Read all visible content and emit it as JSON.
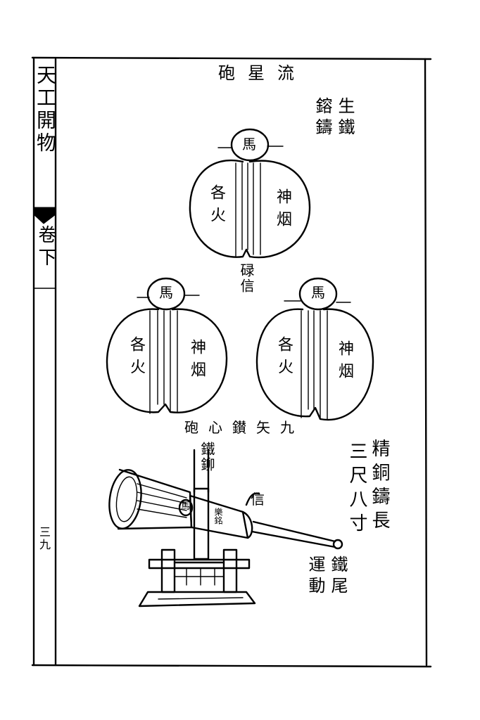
{
  "margin": {
    "book_title": "天工開物",
    "volume": "卷下",
    "page_number": "三九"
  },
  "title": "流星砲",
  "top_labels": {
    "cast_iron_1": "生鐵",
    "cast_iron_2": "鎔鑄"
  },
  "bomb": {
    "horse": "馬",
    "left_label": "各火",
    "right_label": "神烟"
  },
  "fuse_label": "碌信",
  "caption_nine": "九矢鑚心砲",
  "cannon": {
    "nail_label": "鐵鉚",
    "fuse": "信",
    "horse": "馬",
    "tail_label": "鐵尾",
    "handle_label": "運動",
    "spec_1": "精銅鑄長",
    "spec_2": "三尺八寸",
    "body_mark": "樂銘"
  },
  "colors": {
    "ink": "#000000",
    "paper": "#ffffff"
  }
}
